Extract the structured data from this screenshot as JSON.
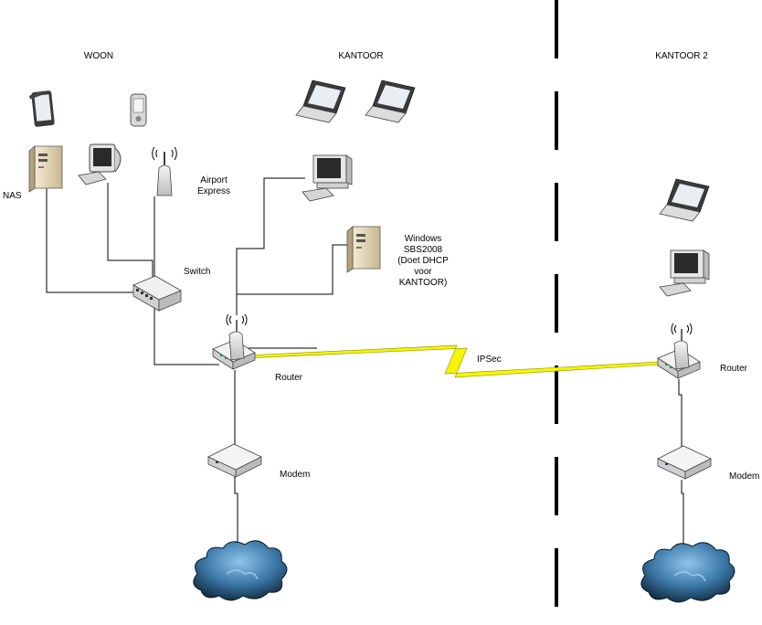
{
  "zones": {
    "woon": "WOON",
    "kantoor": "KANTOOR",
    "kantoor2": "KANTOOR 2"
  },
  "labels": {
    "nas": "NAS",
    "airport_line1": "Airport",
    "airport_line2": "Express",
    "switch": "Switch",
    "windows_line1": "Windows",
    "windows_line2": "SBS2008",
    "windows_line3": "(Doet DHCP",
    "windows_line4": "voor",
    "windows_line5": "KANTOOR)",
    "router_left": "Router",
    "router_right": "Router",
    "modem_left": "Modem",
    "modem_right": "Modem",
    "ipsec": "IPSec"
  },
  "colors": {
    "ipsec_bolt": "#f5f500",
    "cloud": "#2e5f86",
    "line": "#000000"
  },
  "icons": [
    "tablet-icon",
    "pda-icon",
    "laptop-icon",
    "desktop-computer-icon",
    "server-tower-icon",
    "wireless-access-point-icon",
    "network-switch-icon",
    "wireless-router-icon",
    "modem-icon",
    "internet-cloud-icon"
  ]
}
